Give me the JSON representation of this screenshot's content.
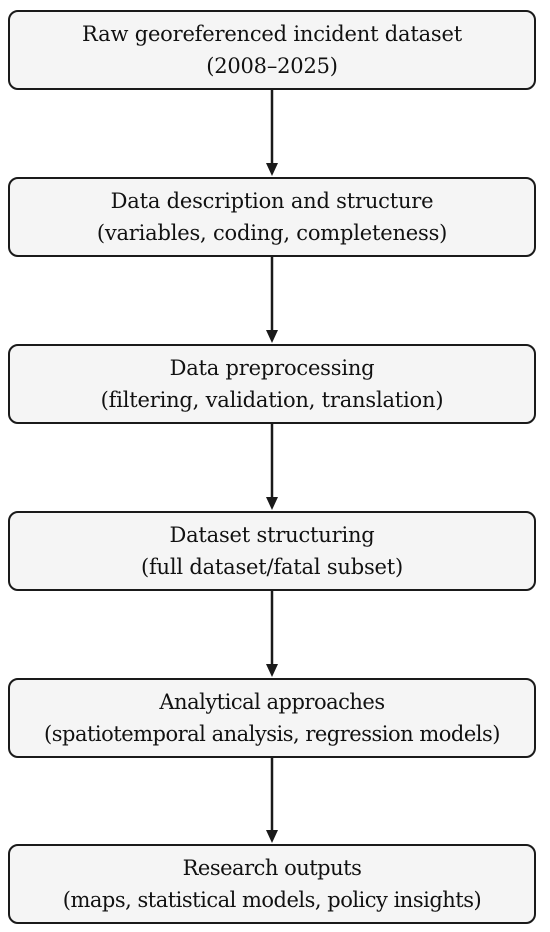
{
  "diagram": {
    "nodes": [
      {
        "title": "Raw georeferenced incident dataset",
        "subtitle": "(2008–2025)"
      },
      {
        "title": "Data description and structure",
        "subtitle": "(variables, coding, completeness)"
      },
      {
        "title": "Data preprocessing",
        "subtitle": "(filtering, validation, translation)"
      },
      {
        "title": "Dataset structuring",
        "subtitle": "(full dataset/fatal subset)"
      },
      {
        "title": "Analytical approaches",
        "subtitle": "(spatiotemporal analysis, regression models)"
      },
      {
        "title": "Research outputs",
        "subtitle": "(maps, statistical models, policy insights)"
      }
    ],
    "edges": [
      {
        "from": 0,
        "to": 1
      },
      {
        "from": 1,
        "to": 2
      },
      {
        "from": 2,
        "to": 3
      },
      {
        "from": 3,
        "to": 4
      },
      {
        "from": 4,
        "to": 5
      }
    ],
    "colors": {
      "box_fill": "#f5f5f5",
      "box_border": "#1a1a1a",
      "arrow": "#1a1a1a",
      "text": "#111111"
    }
  }
}
